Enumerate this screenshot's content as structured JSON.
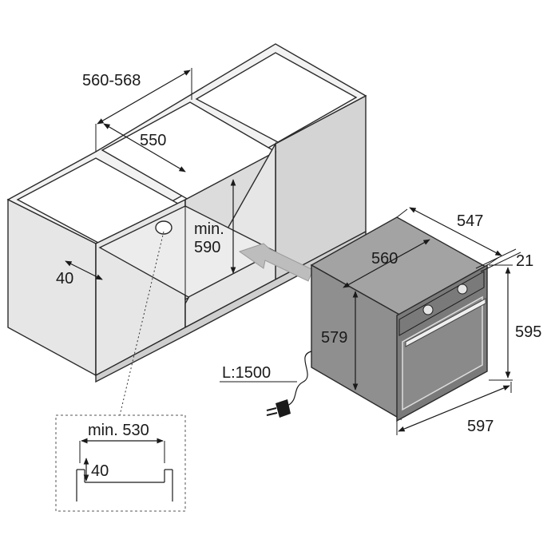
{
  "colors": {
    "line": "#1a1a1a",
    "cabinet_front": "#e6e6e6",
    "cabinet_top": "#f2f2f2",
    "cabinet_side": "#d4d4d4",
    "oven_body": "#8f8f8f",
    "oven_front": "#7a7a7a",
    "arrow": "#bdbdbd"
  },
  "dimensions": {
    "niche_width": "560-568",
    "niche_inner_width": "550",
    "niche_side_gap": "40",
    "niche_min_height_line1": "min.",
    "niche_min_height_line2": "590",
    "oven_depth": "547",
    "oven_body_width": "560",
    "oven_front_thickness": "21",
    "oven_body_height": "579",
    "oven_front_height": "595",
    "oven_front_width": "597",
    "cable_length": "L:1500",
    "detail_min_width": "min. 530",
    "detail_shelf_height": "40"
  },
  "icons": [
    "power-plug-icon"
  ]
}
